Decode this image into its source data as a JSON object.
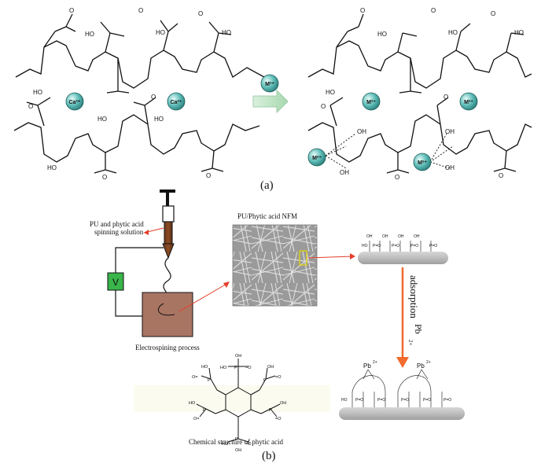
{
  "panel_a": {
    "label": "(a)",
    "ion_calcium": "Ca²⁺",
    "ion_metal": "M²⁺"
  },
  "panel_b": {
    "label": "(b)",
    "spinning_solution_label_line1": "PU and phytic acid",
    "spinning_solution_label_line2": "spinning solution",
    "voltage_label": "V",
    "electrospinning_caption": "Electrospining process",
    "nfm_title": "PU/Phytic acid  NFM",
    "adsorption_label": "adsorption",
    "lead_ion": "Pb",
    "lead_ion_charge": "2+",
    "phytic_caption": "Chemical structure of phytic acid"
  }
}
